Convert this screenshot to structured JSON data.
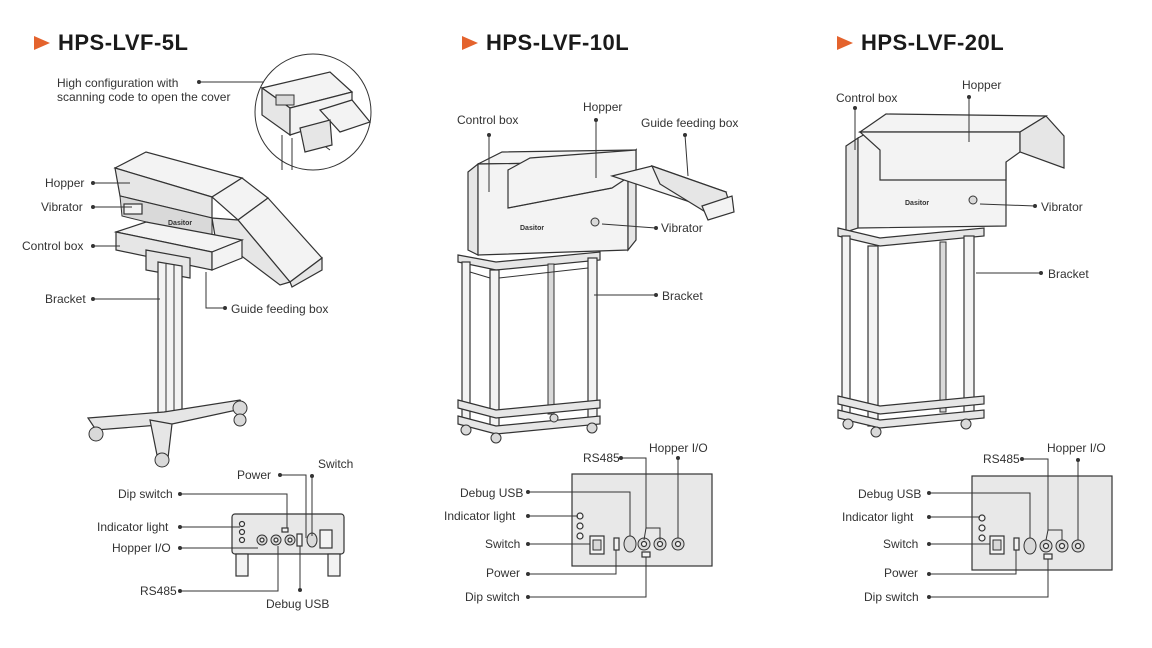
{
  "models": [
    {
      "name": "HPS-LVF-5L",
      "labels": {
        "high_config": "High configuration with",
        "high_config_2": "scanning code to open the cover",
        "hopper": "Hopper",
        "vibrator": "Vibrator",
        "control_box": "Control box",
        "bracket": "Bracket",
        "guide_feeding_box": "Guide feeding box",
        "power": "Power",
        "switch": "Switch",
        "dip_switch": "Dip switch",
        "indicator_light": "Indicator light",
        "hopper_io": "Hopper I/O",
        "rs485": "RS485",
        "debug_usb": "Debug USB"
      }
    },
    {
      "name": "HPS-LVF-10L",
      "labels": {
        "control_box": "Control box",
        "hopper": "Hopper",
        "guide_feeding_box": "Guide feeding box",
        "vibrator": "Vibrator",
        "bracket": "Bracket",
        "rs485": "RS485",
        "hopper_io": "Hopper I/O",
        "debug_usb": "Debug USB",
        "indicator_light": "Indicator light",
        "switch": "Switch",
        "power": "Power",
        "dip_switch": "Dip switch"
      }
    },
    {
      "name": "HPS-LVF-20L",
      "labels": {
        "control_box": "Control box",
        "hopper": "Hopper",
        "vibrator": "Vibrator",
        "bracket": "Bracket",
        "rs485": "RS485",
        "hopper_io": "Hopper I/O",
        "debug_usb": "Debug USB",
        "indicator_light": "Indicator light",
        "switch": "Switch",
        "power": "Power",
        "dip_switch": "Dip switch"
      }
    }
  ],
  "brand_text": "Dasitor",
  "colors": {
    "accent": "#e4632d",
    "line": "#333333",
    "panel": "#e8e8e8"
  }
}
